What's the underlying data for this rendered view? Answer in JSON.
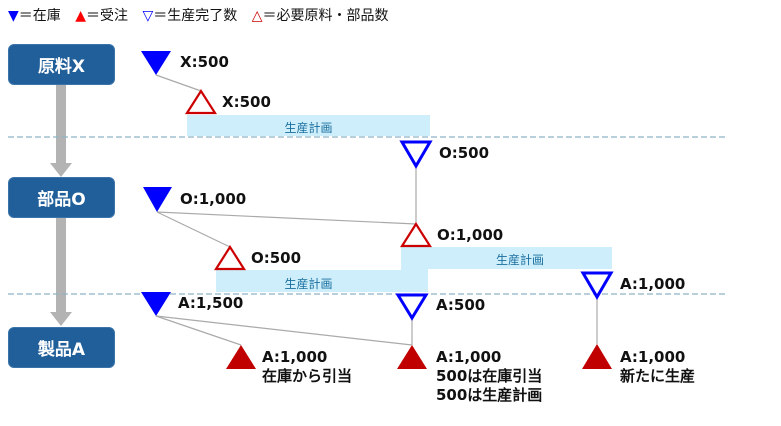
{
  "legend": {
    "items": [
      {
        "symbol": "▼",
        "color": "#0000ff",
        "label": "＝在庫",
        "icon": "blue-filled-down-triangle"
      },
      {
        "symbol": "▲",
        "color": "#ff0000",
        "label": "＝受注",
        "icon": "red-filled-up-triangle"
      },
      {
        "symbol": "▽",
        "color": "#0000ff",
        "label": "＝生産完了数",
        "icon": "blue-hollow-down-triangle"
      },
      {
        "symbol": "△",
        "color": "#cc0000",
        "label": "＝必要原料・部品数",
        "icon": "red-hollow-up-triangle"
      }
    ]
  },
  "levels": [
    {
      "label": "原料X"
    },
    {
      "label": "部品O"
    },
    {
      "label": "製品A"
    }
  ],
  "markers": {
    "x_stock": "X:500",
    "x_required": "X:500",
    "o_completed": "O:500",
    "o_stock": "O:1,000",
    "o_required_1": "O:500",
    "o_required_2": "O:1,000",
    "a_stock": "A:1,500",
    "a_completed_1": "A:500",
    "a_completed_2": "A:1,000",
    "a_order_1": {
      "qty": "A:1,000",
      "note": [
        "在庫から引当"
      ]
    },
    "a_order_2": {
      "qty": "A:1,000",
      "note": [
        "500は在庫引当",
        "500は生産計画"
      ]
    },
    "a_order_3": {
      "qty": "A:1,000",
      "note": [
        "新たに生産"
      ]
    }
  },
  "production_plans": [
    {
      "label": "生産計画"
    },
    {
      "label": "生産計画"
    },
    {
      "label": "生産計画"
    }
  ],
  "colors": {
    "box": "#215f9a",
    "stock": "#0000ff",
    "order": "#c00000",
    "required": "#cc0000",
    "plan_bar": "#cdeefa",
    "plan_text": "#1a6fa0",
    "dashed": "#8fb3c8",
    "arrow": "#b3b3b3",
    "connector": "#aaaaaa"
  }
}
